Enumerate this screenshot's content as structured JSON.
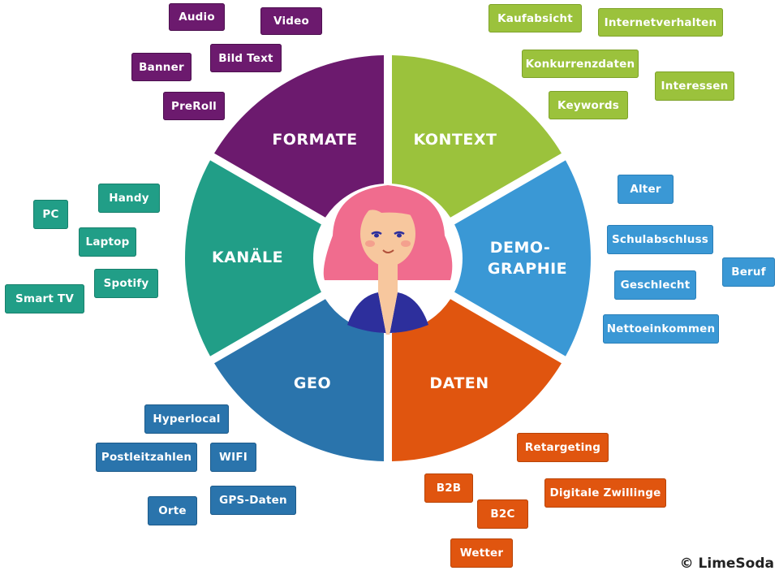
{
  "colors": {
    "formate": "#6c1a6e",
    "kontext": "#9bc23c",
    "demographie": "#3a98d5",
    "daten": "#e0550f",
    "geo": "#2a74ac",
    "kanaele": "#219e87"
  },
  "segments": {
    "formate": "FORMATE",
    "kontext": "KONTEXT",
    "demographie_line1": "DEMO-",
    "demographie_line2": "GRAPHIE",
    "daten": "DATEN",
    "geo": "GEO",
    "kanaele": "KANÄLE"
  },
  "tags": {
    "formate": [
      "Audio",
      "Video",
      "Banner",
      "Bild Text",
      "PreRoll"
    ],
    "kontext": [
      "Kaufabsicht",
      "Internetverhalten",
      "Konkurrenzdaten",
      "Interessen",
      "Keywords"
    ],
    "demographie": [
      "Alter",
      "Schulabschluss",
      "Beruf",
      "Geschlecht",
      "Nettoeinkommen"
    ],
    "daten": [
      "Retargeting",
      "B2B",
      "Digitale Zwillinge",
      "B2C",
      "Wetter"
    ],
    "geo": [
      "Hyperlocal",
      "Postleitzahlen",
      "WIFI",
      "Orte",
      "GPS-Daten"
    ],
    "kanaele": [
      "Handy",
      "PC",
      "Laptop",
      "Spotify",
      "Smart TV"
    ]
  },
  "center_icon": "woman-avatar-icon",
  "copyright": "© LimeSoda"
}
